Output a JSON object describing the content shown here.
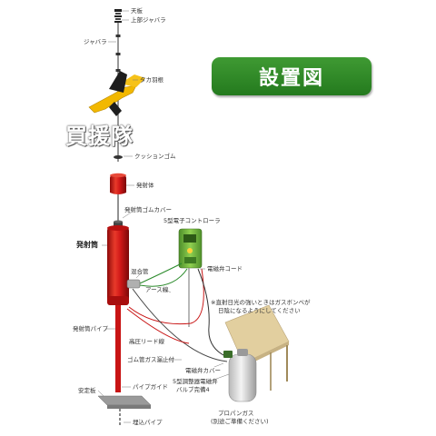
{
  "title": "設置図",
  "watermark": "買援隊",
  "labels": {
    "top_plate": "天板",
    "upper_bellows": "上部ジャバラ",
    "bellows": "ジャバラ",
    "hawk_feather": "タカ羽根",
    "cushion_rubber": "クッションゴム",
    "launcher_body": "発射体",
    "barrel_rubber_cover": "発射筒ゴムカバー",
    "controller": "5型電子コントローラ",
    "barrel": "発射筒",
    "solenoid_cord": "電磁弁コード",
    "mixing_tube": "混合管",
    "earth_wire": "アース線",
    "sunlight_note_1": "※直射日光の強いときはガスボンベが",
    "sunlight_note_2": "日陰になるようにしてください",
    "barrel_pipe": "発射筒パイプ",
    "hv_lead": "高圧リード線",
    "gas_hose": "ゴム管ガス漏止付",
    "solenoid_cover": "電磁弁カバー",
    "regulator_1": "5型調整器電磁弁",
    "regulator_2": "バルブ完備4",
    "stabilizer_plate": "安定板",
    "pipe_guide": "パイプガイド",
    "propane_1": "プロパンガス",
    "propane_2": "(別途ご準備ください)",
    "buried_pipe": "埋込パイプ"
  },
  "colors": {
    "badge_green": "#2e8a26",
    "barrel_red": "#d01818",
    "pole_red": "#c81414",
    "hawk_yellow": "#f2b800",
    "controller_green": "#7bc043",
    "shelter_tan": "#d8c49a"
  }
}
